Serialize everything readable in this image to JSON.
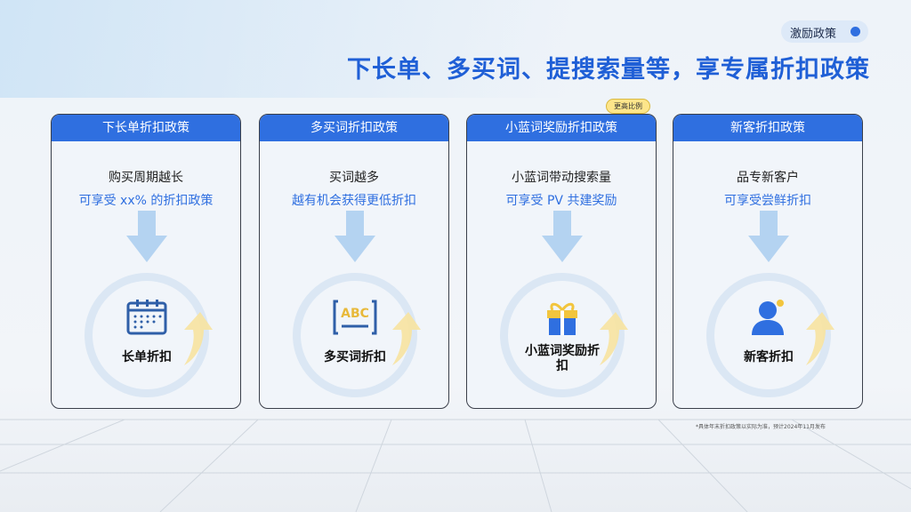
{
  "tag": "激励政策",
  "title": "下长单、多买词、提搜索量等，享专属折扣政策",
  "badge": "更高比例",
  "cards": [
    {
      "header": "下长单折扣政策",
      "line1": "购买周期越长",
      "line2": "可享受 xx% 的折扣政策",
      "label": "长单折扣",
      "icon": "calendar-icon"
    },
    {
      "header": "多买词折扣政策",
      "line1": "买词越多",
      "line2": "越有机会获得更低折扣",
      "label": "多买词折扣",
      "icon": "abc-text-icon"
    },
    {
      "header": "小蓝词奖励折扣政策",
      "line1": "小蓝词带动搜索量",
      "line2": "可享受 PV 共建奖励",
      "label": "小蓝词奖励折扣",
      "icon": "gift-icon"
    },
    {
      "header": "新客折扣政策",
      "line1": "品专新客户",
      "line2": "可享受尝鲜折扣",
      "label": "新客折扣",
      "icon": "user-icon"
    }
  ],
  "footnote": "*具体年末折扣政策以实际为准，预计2024年11月发布",
  "colors": {
    "accent": "#2f6fe0",
    "title": "#1f5fd6"
  }
}
